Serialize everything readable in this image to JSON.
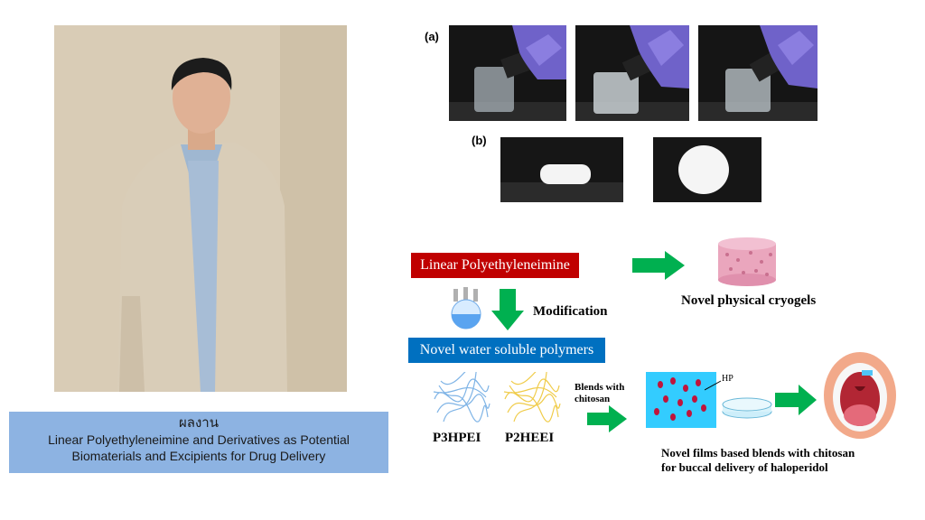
{
  "caption": {
    "title": "ผลงาน",
    "line1": "Linear Polyethyleneimine and Derivatives as Potential",
    "line2": "Biomaterials and Excipients for Drug Delivery"
  },
  "figure": {
    "label_a": "(a)",
    "label_b": "(b)",
    "box_lpei": "Linear Polyethyleneimine",
    "box_novel_polymers": "Novel water soluble polymers",
    "modification": "Modification",
    "cryogels": "Novel physical cryogels",
    "blends_line1": "Blends with",
    "blends_line2": "chitosan",
    "polymer1": "P3HPEI",
    "polymer2": "P2HEEI",
    "hp": "HP",
    "films_line1": "Novel films based blends with chitosan",
    "films_line2": "for buccal delivery of haloperidol"
  },
  "colors": {
    "caption_bg": "#8db3e2",
    "red_box": "#c00000",
    "blue_box": "#0070c0",
    "arrow_green": "#00b050",
    "film_cyan": "#33ccff"
  }
}
